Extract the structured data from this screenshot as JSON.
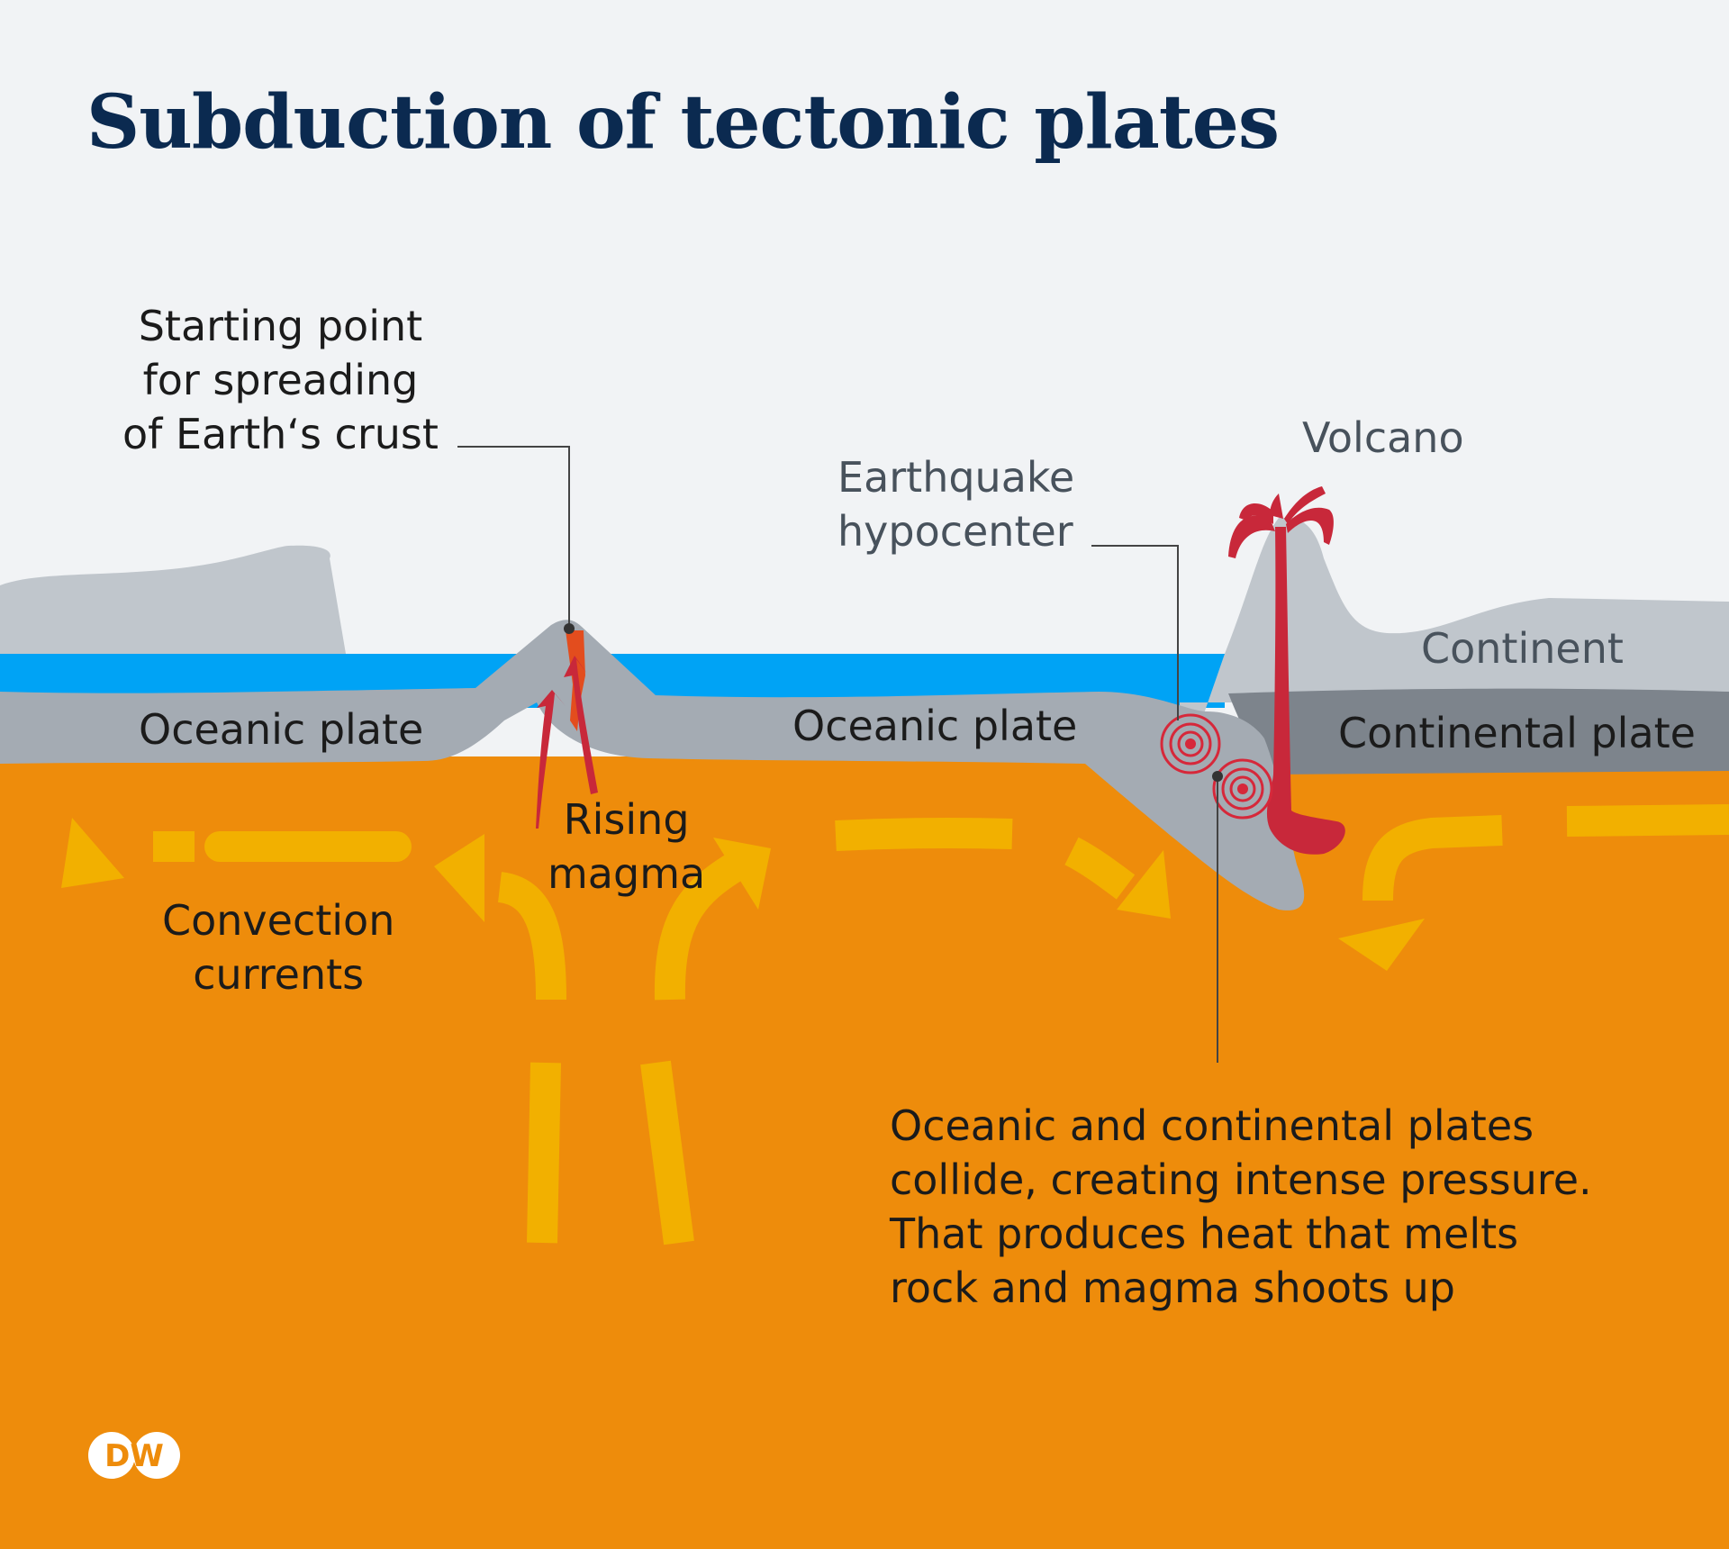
{
  "title": "Subduction of tectonic plates",
  "labels": {
    "spreading_point": [
      "Starting point",
      "for spreading",
      "of Earth‘s crust"
    ],
    "volcano": "Volcano",
    "hypocenter": [
      "Earthquake",
      "hypocenter"
    ],
    "continent": "Continent",
    "oceanic_plate_left": "Oceanic plate",
    "oceanic_plate_right": "Oceanic plate",
    "continental_plate": "Continental plate",
    "rising_magma": [
      "Rising",
      "magma"
    ],
    "convection": [
      "Convection",
      "currents"
    ],
    "collision_note": [
      "Oceanic and continental plates",
      "collide, creating intense pressure.",
      "That produces heat that melts",
      "rock and magma shoots up"
    ]
  },
  "logo": "DW",
  "colors": {
    "background": "#f1f3f5",
    "title": "#0b2a50",
    "ocean": "#00a3f5",
    "oceanic_plate": "#a4abb3",
    "landmass": "#c0c6cc",
    "continental_plate": "#7d848c",
    "mantle": "#ee8c0b",
    "convection_arrow": "#f2b000",
    "magma_red": "#c8283a"
  }
}
